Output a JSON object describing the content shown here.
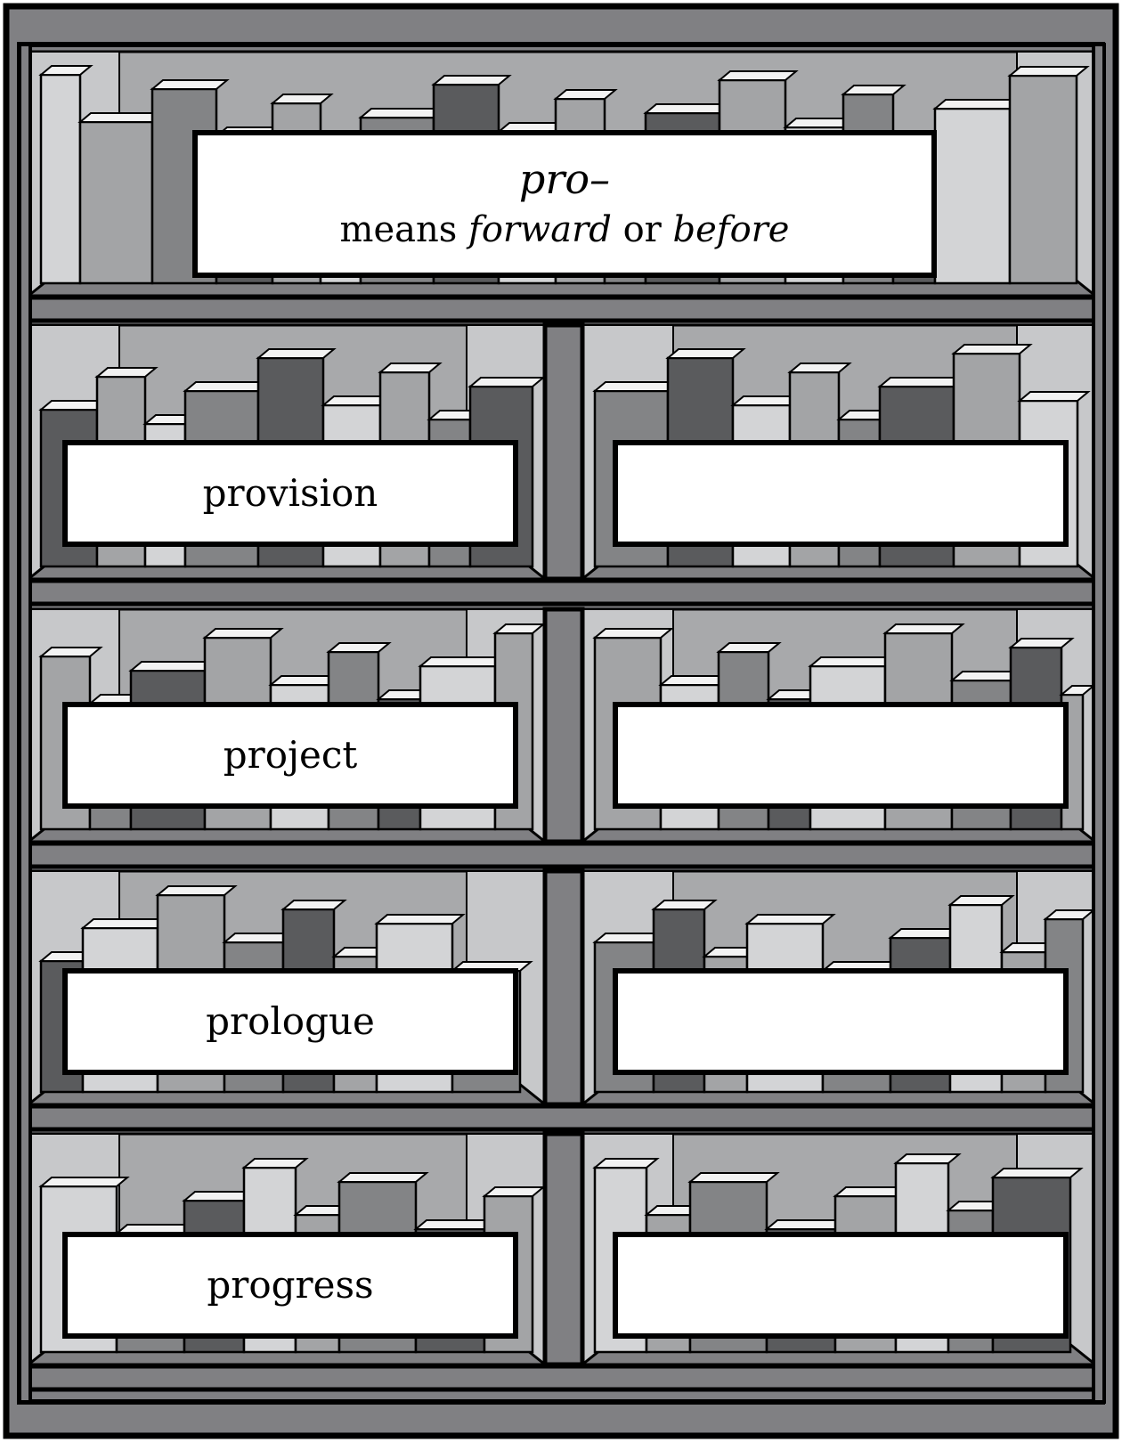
{
  "heading": {
    "prefix": "pro–",
    "meaning_word": "means",
    "meaning_1": "forward",
    "connector": "or",
    "meaning_2": "before"
  },
  "words": [
    "provision",
    "project",
    "prologue",
    "progress"
  ],
  "answer_blanks": [
    "",
    "",
    "",
    ""
  ],
  "colors": {
    "frame": "#000000",
    "shelf": "#808083",
    "back_panel": "#a8a9ab",
    "side_panel": "#c7c8ca",
    "book_dark": "#5a5b5d",
    "book_mid": "#838486",
    "book_light": "#a3a4a6",
    "book_pale": "#d3d4d6",
    "book_top": "#f2f2f2",
    "label_bg": "#ffffff"
  }
}
